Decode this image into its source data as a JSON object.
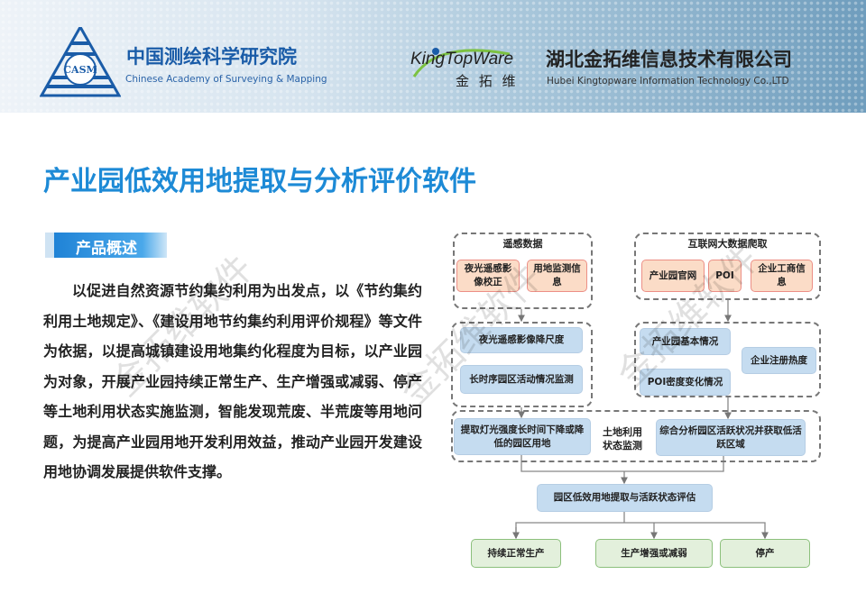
{
  "header": {
    "casm_logo_text": "CASM",
    "org1_cn": "中国测绘科学研究院",
    "org1_en": "Chinese Academy of Surveying & Mapping",
    "logo2_en": "KingTopWare",
    "logo2_cn": "金 拓 维",
    "org2_cn": "湖北金拓维信息技术有限公司",
    "org2_en": "Hubei Kingtopware Information Technology Co.,LTD"
  },
  "title": "产业园低效用地提取与分析评价软件",
  "section_tag": "产品概述",
  "paragraph": "以促进自然资源节约集约利用为出发点，以《节约集约利用土地规定》、《建设用地节约集约利用评价规程》等文件为依据，以提高城镇建设用地集约化程度为目标，以产业园为对象，开展产业园持续正常生产、生产增强或减弱、停产等土地利用状态实施监测，智能发现荒废、半荒废等用地问题，为提高产业园用地开发利用效益，推动产业园开发建设用地协调发展提供软件支撑。",
  "watermark": "金拓维软件",
  "diagram": {
    "remote_title": "遥感数据",
    "remote_items": [
      "夜光遥感影像校正",
      "用地监测信息"
    ],
    "internet_title": "互联网大数据爬取",
    "internet_items": [
      "产业园官网",
      "POI",
      "企业工商信息"
    ],
    "remote_proc": [
      "夜光遥感影像降尺度",
      "长时序园区活动情况监测"
    ],
    "internet_proc": [
      "产业园基本情况",
      "POI密度变化情况",
      "企业注册热度"
    ],
    "monitor_left": "提取灯光强度长时间下降或降低的园区用地",
    "monitor_label": "土地利用状态监测",
    "monitor_right": "综合分析园区活跃状况并获取低活跃区域",
    "eval": "园区低效用地提取与活跃状态评估",
    "results": [
      "持续正常生产",
      "生产增强或减弱",
      "停产"
    ]
  }
}
